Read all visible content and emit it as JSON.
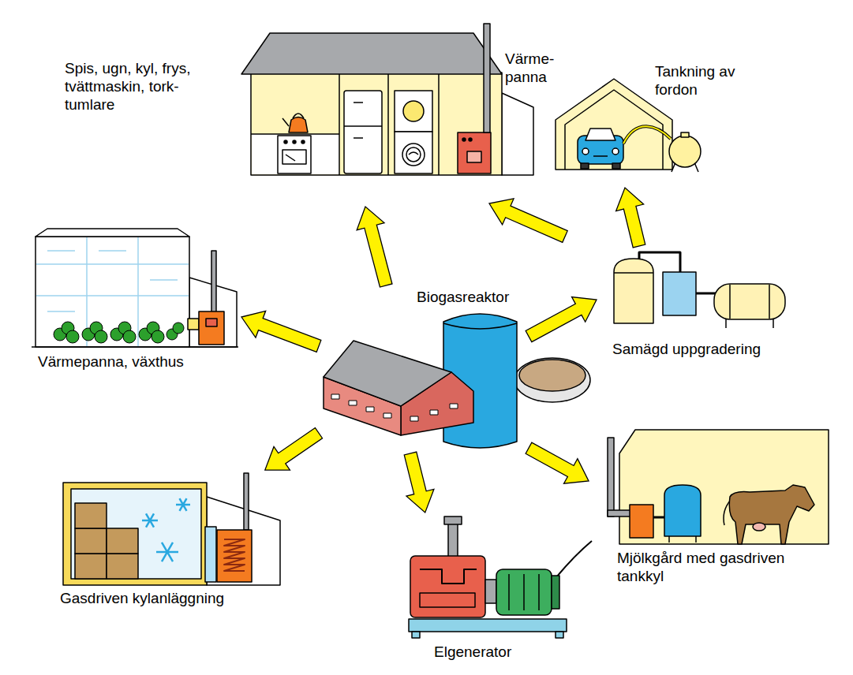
{
  "diagram": {
    "nodes": [
      {
        "text": [
          "Spis, ugn, kyl, frys, tvättmaskin, tork- tumlare",
          "Värme- panna"
        ]
      },
      {
        "text": [
          "Tankning av fordon"
        ]
      },
      {
        "text": [
          "Värmepanna, växthus"
        ]
      },
      {
        "text": [
          "Biogasreaktor"
        ]
      },
      {
        "text": [
          "Samägd uppgradering"
        ]
      },
      {
        "text": [
          "Gasdriven kylanläggning"
        ]
      },
      {
        "text": [
          "Elgenerator"
        ]
      },
      {
        "text": [
          "Mjölkgård med gasdriven tankkyl"
        ]
      }
    ],
    "edges": [
      {
        "from": 3,
        "to": 0,
        "arrow": "to"
      },
      {
        "from": 3,
        "to": 2,
        "arrow": "to"
      },
      {
        "from": 3,
        "to": 4,
        "arrow": "to"
      },
      {
        "from": 3,
        "to": 5,
        "arrow": "to"
      },
      {
        "from": 3,
        "to": 6,
        "arrow": "to"
      },
      {
        "from": 3,
        "to": 7,
        "arrow": "to"
      },
      {
        "from": 4,
        "to": 0,
        "arrow": "to"
      },
      {
        "from": 4,
        "to": 1,
        "arrow": "to"
      }
    ]
  }
}
